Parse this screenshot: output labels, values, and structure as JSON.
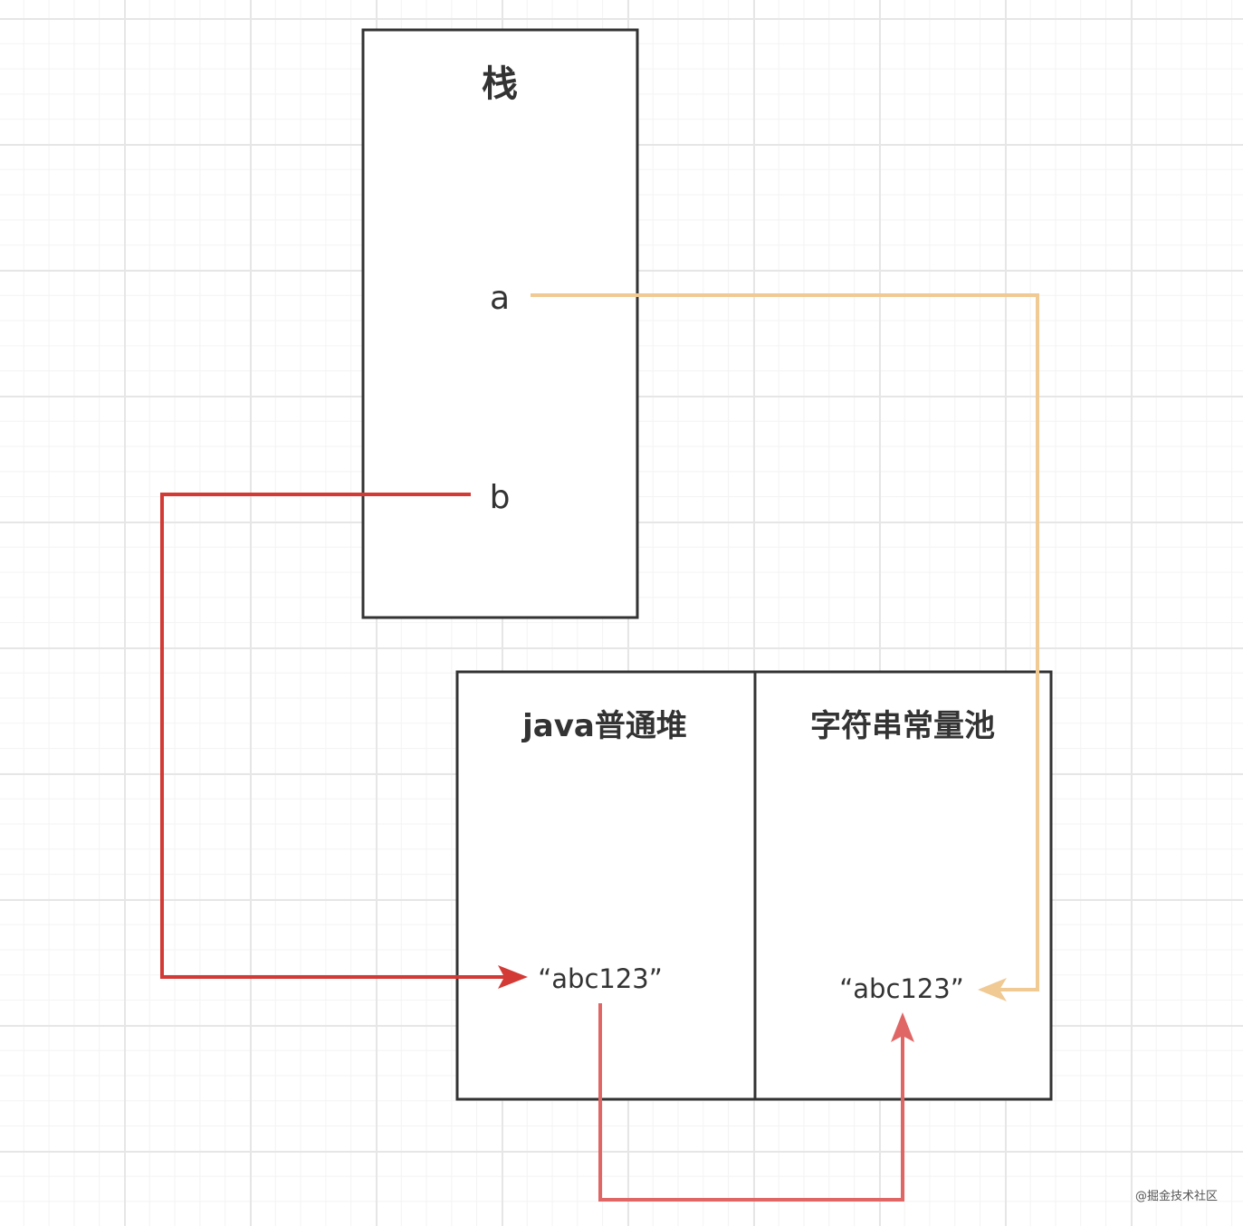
{
  "stack": {
    "title": "栈",
    "var_a": "a",
    "var_b": "b"
  },
  "heap": {
    "title": "java普通堆",
    "value": "“abc123”"
  },
  "pool": {
    "title": "字符串常量池",
    "value": "“abc123”"
  },
  "watermark": "@掘金技术社区",
  "colors": {
    "arrow_a": "#f0c993",
    "arrow_b": "#d33a35",
    "arrow_intern": "#e06666",
    "border": "#333333"
  }
}
